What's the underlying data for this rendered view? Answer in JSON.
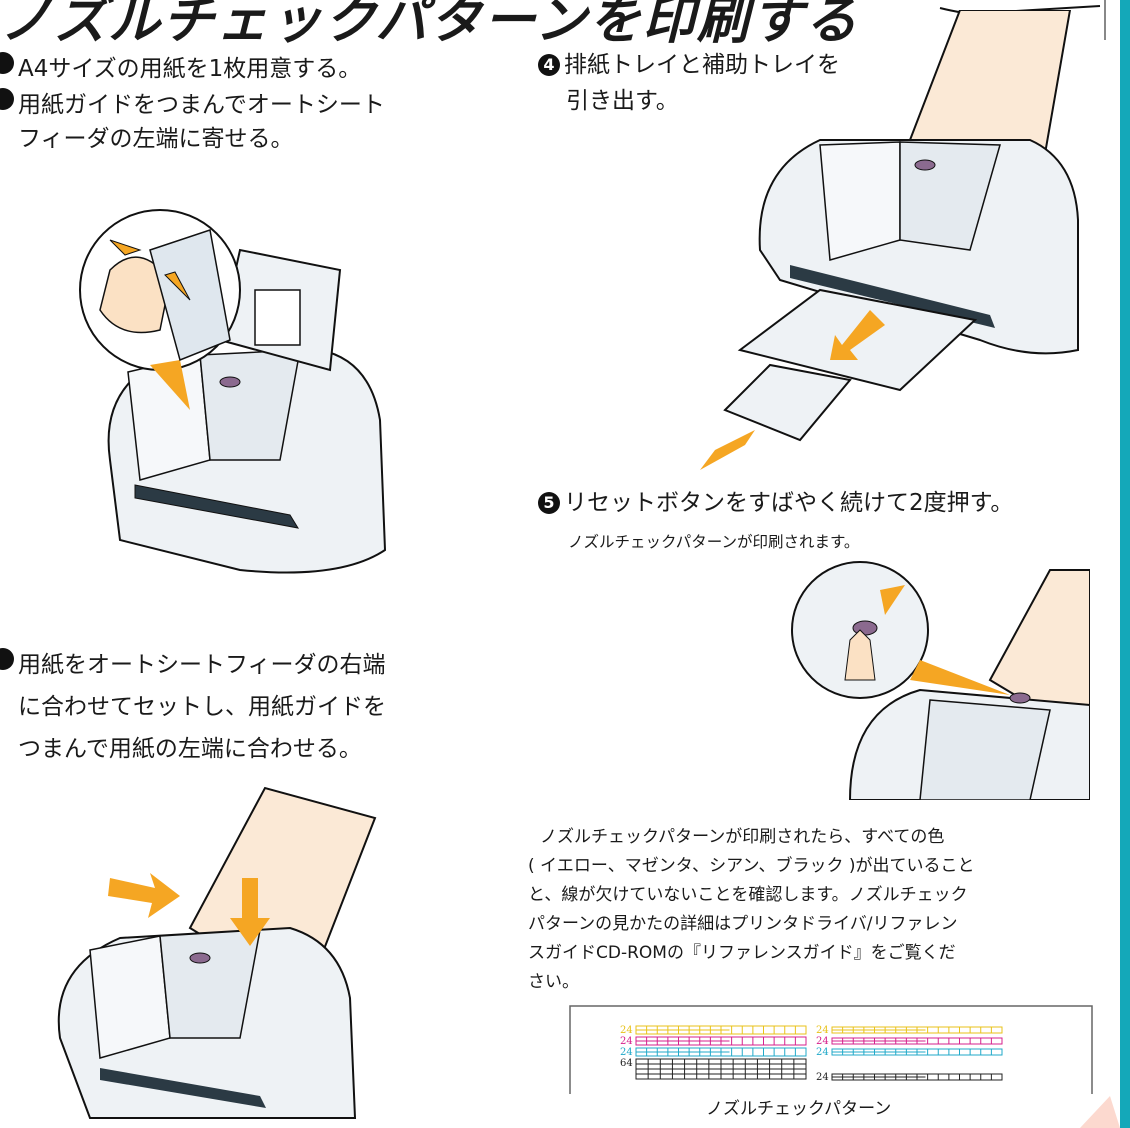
{
  "header": {
    "title": "ノズルチェックパターンを印刷する"
  },
  "steps": {
    "s1": {
      "num": "",
      "line1": "A4サイズの用紙を1枚用意する。"
    },
    "s2": {
      "num": "",
      "line1": "用紙ガイドをつまんでオートシート",
      "line2": "フィーダの左端に寄せる。"
    },
    "s3": {
      "num": "",
      "line1": "用紙をオートシートフィーダの右端",
      "line2": "に合わせてセットし、用紙ガイドを",
      "line3": "つまんで用紙の左端に合わせる。"
    },
    "s4": {
      "num": "4",
      "line1": "排紙トレイと補助トレイを",
      "line2": "引き出す。"
    },
    "s5": {
      "num": "5",
      "line1": "リセットボタンをすばやく続けて2度押す。",
      "sub": "ノズルチェックパターンが印刷されます。"
    }
  },
  "paragraph": {
    "l1": "ノズルチェックパターンが印刷されたら、すべての色",
    "l2": "( イエロー、マゼンタ、シアン、ブラック )が出ていること",
    "l3": "と、線が欠けていないことを確認します。ノズルチェック",
    "l4": "パターンの見かたの詳細はプリンタドライバ/リファレン",
    "l5": "スガイドCD-ROMの『リファレンスガイド』をご覧くだ",
    "l6": "さい。"
  },
  "pattern": {
    "caption": "ノズルチェックパターン",
    "rows": [
      {
        "label_left": "24",
        "label_right": "24",
        "color": "#e8c21a"
      },
      {
        "label_left": "24",
        "label_right": "24",
        "color": "#d6208c"
      },
      {
        "label_left": "24",
        "label_right": "24",
        "color": "#21a9c9"
      },
      {
        "label_left": "64",
        "label_right": "24",
        "color": "#222222"
      }
    ]
  },
  "colors": {
    "accent_orange": "#f5a623",
    "paper": "#fbe9d6",
    "side_bar": "#14a8b9",
    "printer_body": "#e9eef2"
  }
}
